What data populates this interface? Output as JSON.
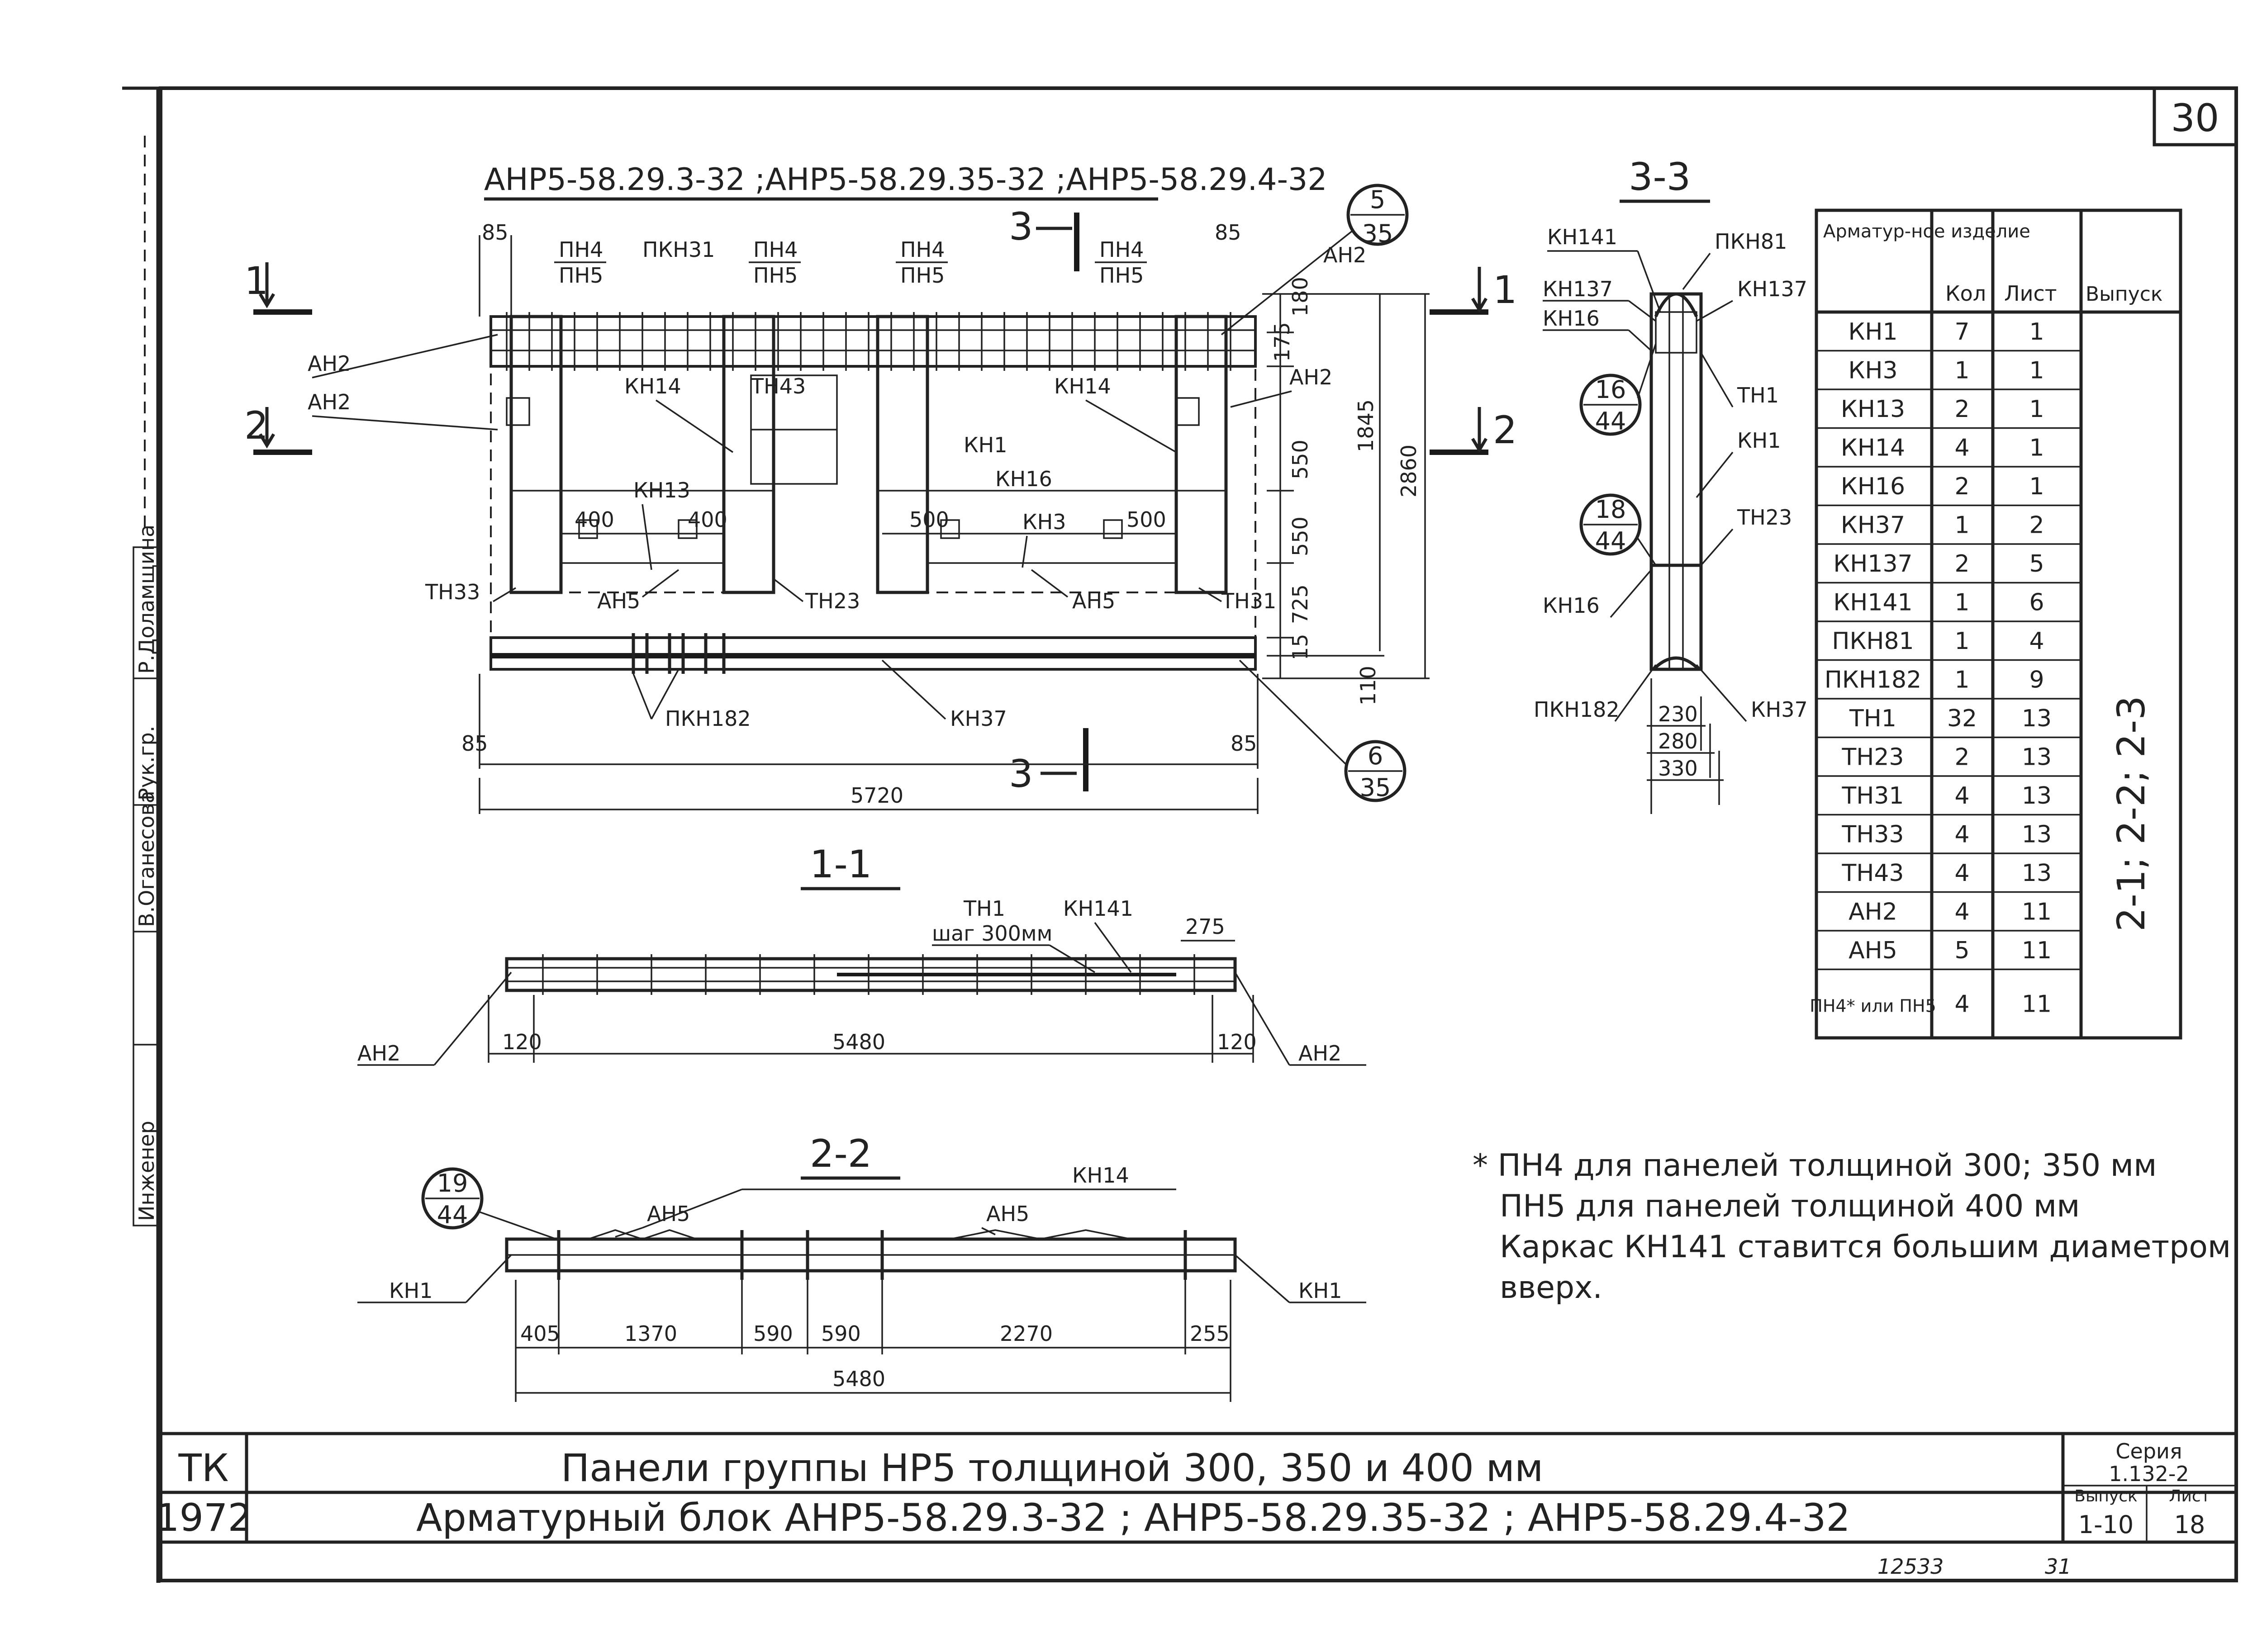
{
  "sheet_number": "30",
  "title_main": "АНР5-58.29.3-32 ;АНР5-58.29.35-32 ;АНР5-58.29.4-32",
  "section_labels": {
    "s11": "1-1",
    "s22": "2-2",
    "s33": "3-3",
    "cut1": "1",
    "cut2": "2",
    "cut3": "3"
  },
  "callouts": {
    "c1": {
      "top": "5",
      "bottom": "35"
    },
    "c2": {
      "top": "6",
      "bottom": "35"
    },
    "c3": {
      "top": "16",
      "bottom": "44"
    },
    "c4": {
      "top": "18",
      "bottom": "44"
    },
    "c5": {
      "top": "19",
      "bottom": "44"
    }
  },
  "main_view": {
    "labels": [
      "ПН4",
      "ПН5",
      "ПКН31",
      "ПН4",
      "ПН5",
      "ПН4",
      "ПН5",
      "ПН4",
      "ПН5",
      "АН2",
      "АН2",
      "АН2",
      "АН2",
      "КН14",
      "ТН43",
      "КН14",
      "КН1",
      "КН16",
      "КН13",
      "КН3",
      "ТН33",
      "АН5",
      "ТН23",
      "АН5",
      "ТН31",
      "ПКН182",
      "КН37"
    ],
    "dims": [
      "85",
      "85",
      "85",
      "85",
      "400",
      "400",
      "500",
      "500",
      "5720",
      "180",
      "175",
      "550",
      "550",
      "725",
      "15",
      "110",
      "1845",
      "2860"
    ]
  },
  "section11": {
    "labels": [
      "ТН1",
      "КН141",
      "шаг 300мм",
      "АН2",
      "АН2"
    ],
    "dims": [
      "275",
      "120",
      "5480",
      "120"
    ]
  },
  "section22": {
    "labels": [
      "АН5",
      "КН14",
      "АН5",
      "КН1",
      "КН1"
    ],
    "dims": [
      "405",
      "1370",
      "590",
      "590",
      "2270",
      "255",
      "5480"
    ]
  },
  "section33": {
    "labels": [
      "КН141",
      "ПКН81",
      "КН137",
      "КН137",
      "КН16",
      "ТН1",
      "КН1",
      "ТН23",
      "КН16",
      "ПКН182",
      "КН37"
    ],
    "dims": [
      "230",
      "280",
      "330"
    ]
  },
  "table": {
    "headers": [
      "Арматур-ное изделие",
      "Кол",
      "Лист",
      "Выпуск"
    ],
    "rows": [
      [
        "КН1",
        "7",
        "1"
      ],
      [
        "КН3",
        "1",
        "1"
      ],
      [
        "КН13",
        "2",
        "1"
      ],
      [
        "КН14",
        "4",
        "1"
      ],
      [
        "КН16",
        "2",
        "1"
      ],
      [
        "КН37",
        "1",
        "2"
      ],
      [
        "КН137",
        "2",
        "5"
      ],
      [
        "КН141",
        "1",
        "6"
      ],
      [
        "ПКН81",
        "1",
        "4"
      ],
      [
        "ПКН182",
        "1",
        "9"
      ],
      [
        "ТН1",
        "32",
        "13"
      ],
      [
        "ТН23",
        "2",
        "13"
      ],
      [
        "ТН31",
        "4",
        "13"
      ],
      [
        "ТН33",
        "4",
        "13"
      ],
      [
        "ТН43",
        "4",
        "13"
      ],
      [
        "АН2",
        "4",
        "11"
      ],
      [
        "АН5",
        "5",
        "11"
      ],
      [
        "ПН4* или ПН5",
        "4",
        "11"
      ]
    ],
    "release": "2-1; 2-2; 2-3"
  },
  "notes": [
    "* ПН4 для панелей толщиной 300; 350 мм",
    "ПН5 для панелей толщиной 400 мм",
    "Каркас КН141 ставится большим диаметром",
    "вверх."
  ],
  "title_block": {
    "org": "ТК",
    "year": "1972",
    "title1": "Панели группы НР5 толщиной 300, 350 и 400 мм",
    "title2": "Арматурный блок АНР5-58.29.3-32 ; АНР5-58.29.35-32 ; АНР5-58.29.4-32",
    "series_label": "Серия",
    "series": "1.132-2",
    "issue_label": "Выпуск",
    "issue": "1-10",
    "sheet_label": "Лист",
    "sheet": "18"
  },
  "stamp_strip": [
    "Инженер",
    "В.Оганесова",
    "Рук.гр.",
    "Р.Доламщина"
  ],
  "footer_codes": [
    "12533",
    "31"
  ]
}
